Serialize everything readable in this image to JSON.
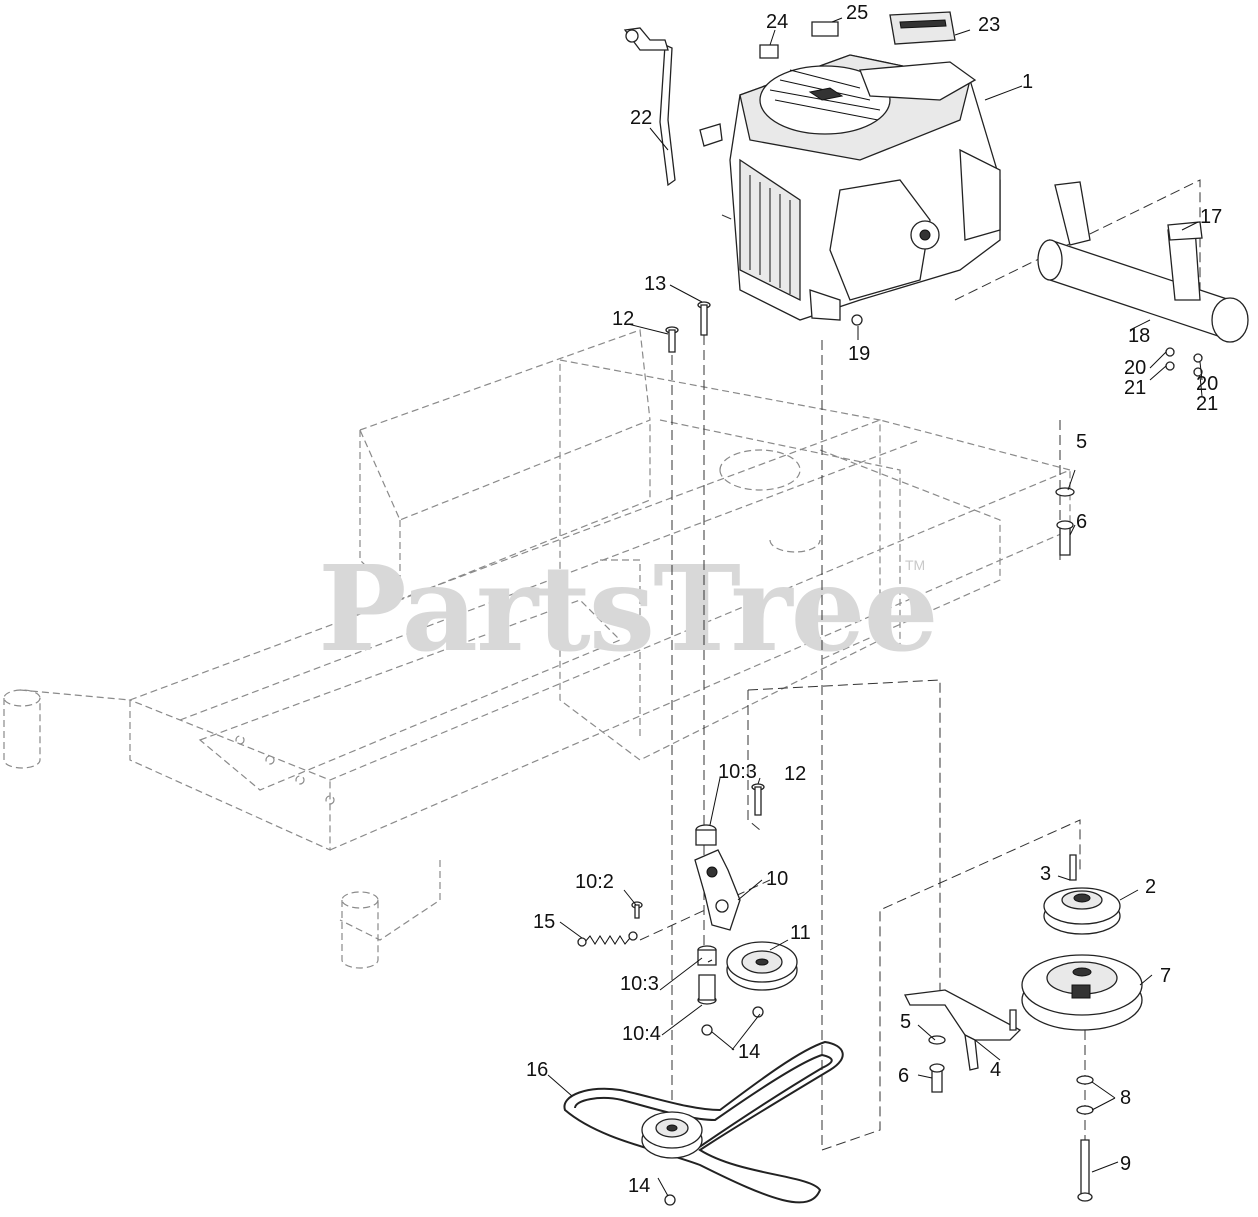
{
  "watermark": {
    "text": "PartsTree",
    "trademark": "TM"
  },
  "callouts": [
    {
      "id": "c1",
      "label": "1"
    },
    {
      "id": "c2",
      "label": "2"
    },
    {
      "id": "c3",
      "label": "3"
    },
    {
      "id": "c4",
      "label": "4"
    },
    {
      "id": "c5a",
      "label": "5"
    },
    {
      "id": "c5b",
      "label": "5"
    },
    {
      "id": "c6a",
      "label": "6"
    },
    {
      "id": "c6b",
      "label": "6"
    },
    {
      "id": "c7",
      "label": "7"
    },
    {
      "id": "c8",
      "label": "8"
    },
    {
      "id": "c9",
      "label": "9"
    },
    {
      "id": "c10",
      "label": "10"
    },
    {
      "id": "c10_2",
      "label": "10:2"
    },
    {
      "id": "c10_3a",
      "label": "10:3"
    },
    {
      "id": "c10_3b",
      "label": "10:3"
    },
    {
      "id": "c10_4",
      "label": "10:4"
    },
    {
      "id": "c11",
      "label": "11"
    },
    {
      "id": "c12a",
      "label": "12"
    },
    {
      "id": "c12b",
      "label": "12"
    },
    {
      "id": "c13",
      "label": "13"
    },
    {
      "id": "c14a",
      "label": "14"
    },
    {
      "id": "c14b",
      "label": "14"
    },
    {
      "id": "c15",
      "label": "15"
    },
    {
      "id": "c16",
      "label": "16"
    },
    {
      "id": "c17",
      "label": "17"
    },
    {
      "id": "c18",
      "label": "18"
    },
    {
      "id": "c19",
      "label": "19"
    },
    {
      "id": "c20a",
      "label": "20"
    },
    {
      "id": "c20b",
      "label": "20"
    },
    {
      "id": "c21a",
      "label": "21"
    },
    {
      "id": "c21b",
      "label": "21"
    },
    {
      "id": "c22",
      "label": "22"
    },
    {
      "id": "c23",
      "label": "23"
    },
    {
      "id": "c24",
      "label": "24"
    },
    {
      "id": "c25",
      "label": "25"
    }
  ]
}
